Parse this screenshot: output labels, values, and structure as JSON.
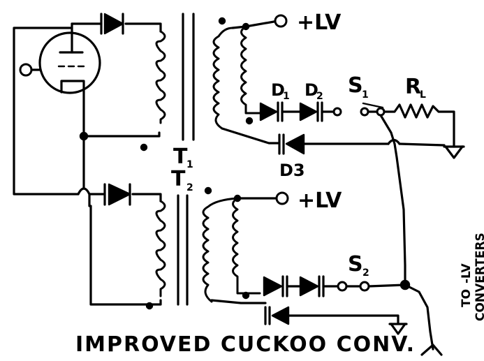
{
  "labels": {
    "lv_top": "+LV",
    "lv_bottom": "+LV",
    "d1": "D",
    "d1_sub": "1",
    "d2": "D",
    "d2_sub": "2",
    "d3": "D3",
    "s1": "S",
    "s1_sub": "1",
    "s2": "S",
    "s2_sub": "2",
    "rl": "R",
    "rl_sub": "L",
    "t1": "T",
    "t1_sub": "1",
    "t2": "T",
    "t2_sub": "2",
    "to": "TO",
    "lv_minus": "-LV",
    "converters": "CONVERTERS"
  },
  "title": "IMPROVED CUCKOO CONV."
}
